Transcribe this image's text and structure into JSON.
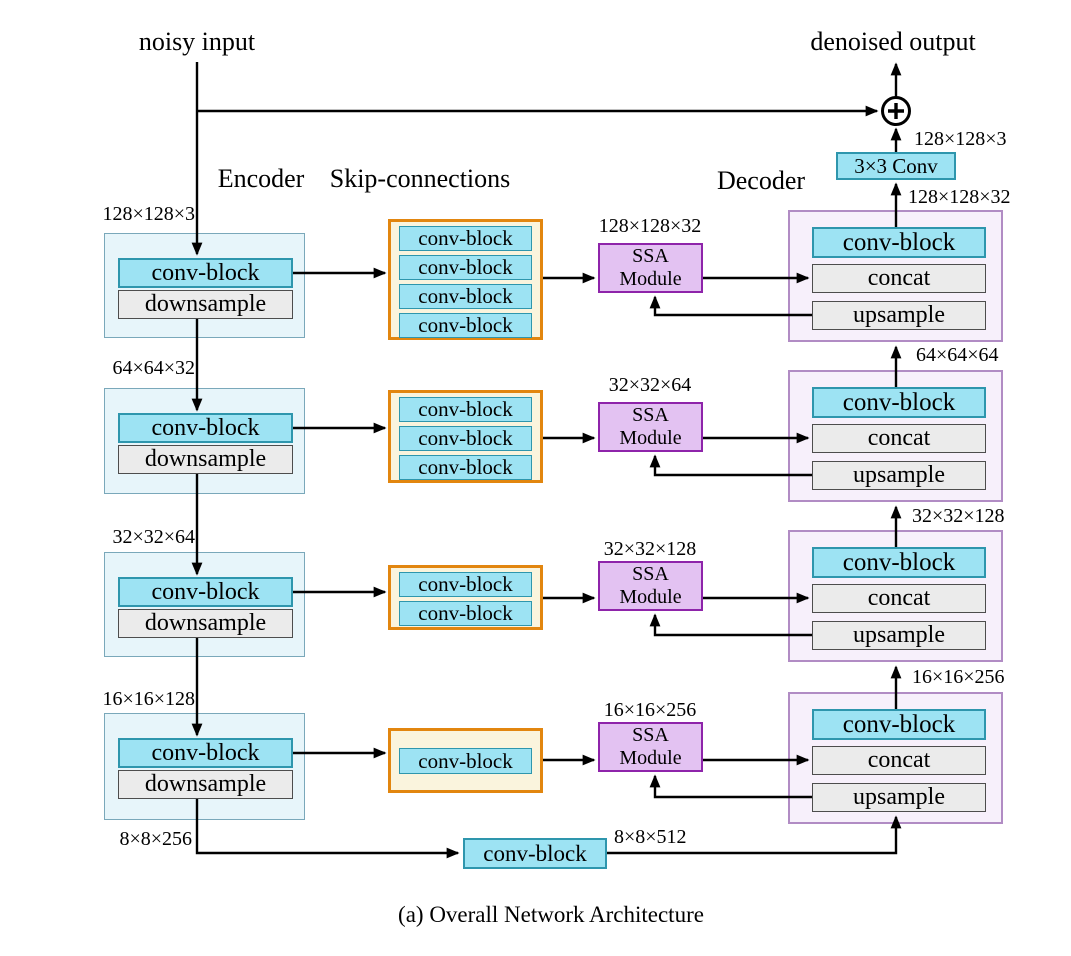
{
  "colors": {
    "cyan_fill": "#9de3f3",
    "cyan_border": "#2e96ad",
    "gray_fill": "#ebebeb",
    "gray_border": "#4d4d4d",
    "enc_fill": "#e7f5fa",
    "enc_border": "#7aa8ba",
    "skip_fill": "#faf4dd",
    "skip_border": "#e2860f",
    "ssa_fill": "#e3c2f2",
    "ssa_border": "#8e24aa",
    "dec_fill": "#f7f0fb",
    "dec_border": "#b18cc4",
    "line": "#000000"
  },
  "top": {
    "noisy_input": "noisy input",
    "denoised_output": "denoised output"
  },
  "headers": {
    "encoder": "Encoder",
    "skip_connections": "Skip-connections",
    "decoder": "Decoder"
  },
  "blocks": {
    "conv_block": "conv-block",
    "downsample": "downsample",
    "concat": "concat",
    "upsample": "upsample",
    "ssa_line1": "SSA",
    "ssa_line2": "Module",
    "conv3x3": "3×3 Conv"
  },
  "enc_dims": [
    "128×128×3",
    "64×64×32",
    "32×32×64",
    "16×16×128",
    "8×8×256"
  ],
  "ssa_dims": [
    "128×128×32",
    "32×32×64",
    "32×32×128",
    "16×16×256"
  ],
  "dec_dims": [
    "128×128×32",
    "64×64×64",
    "32×32×128",
    "16×16×256"
  ],
  "final_dim": "128×128×3",
  "bottleneck_out_dim": "8×8×512",
  "caption": "(a) Overall Network Architecture"
}
